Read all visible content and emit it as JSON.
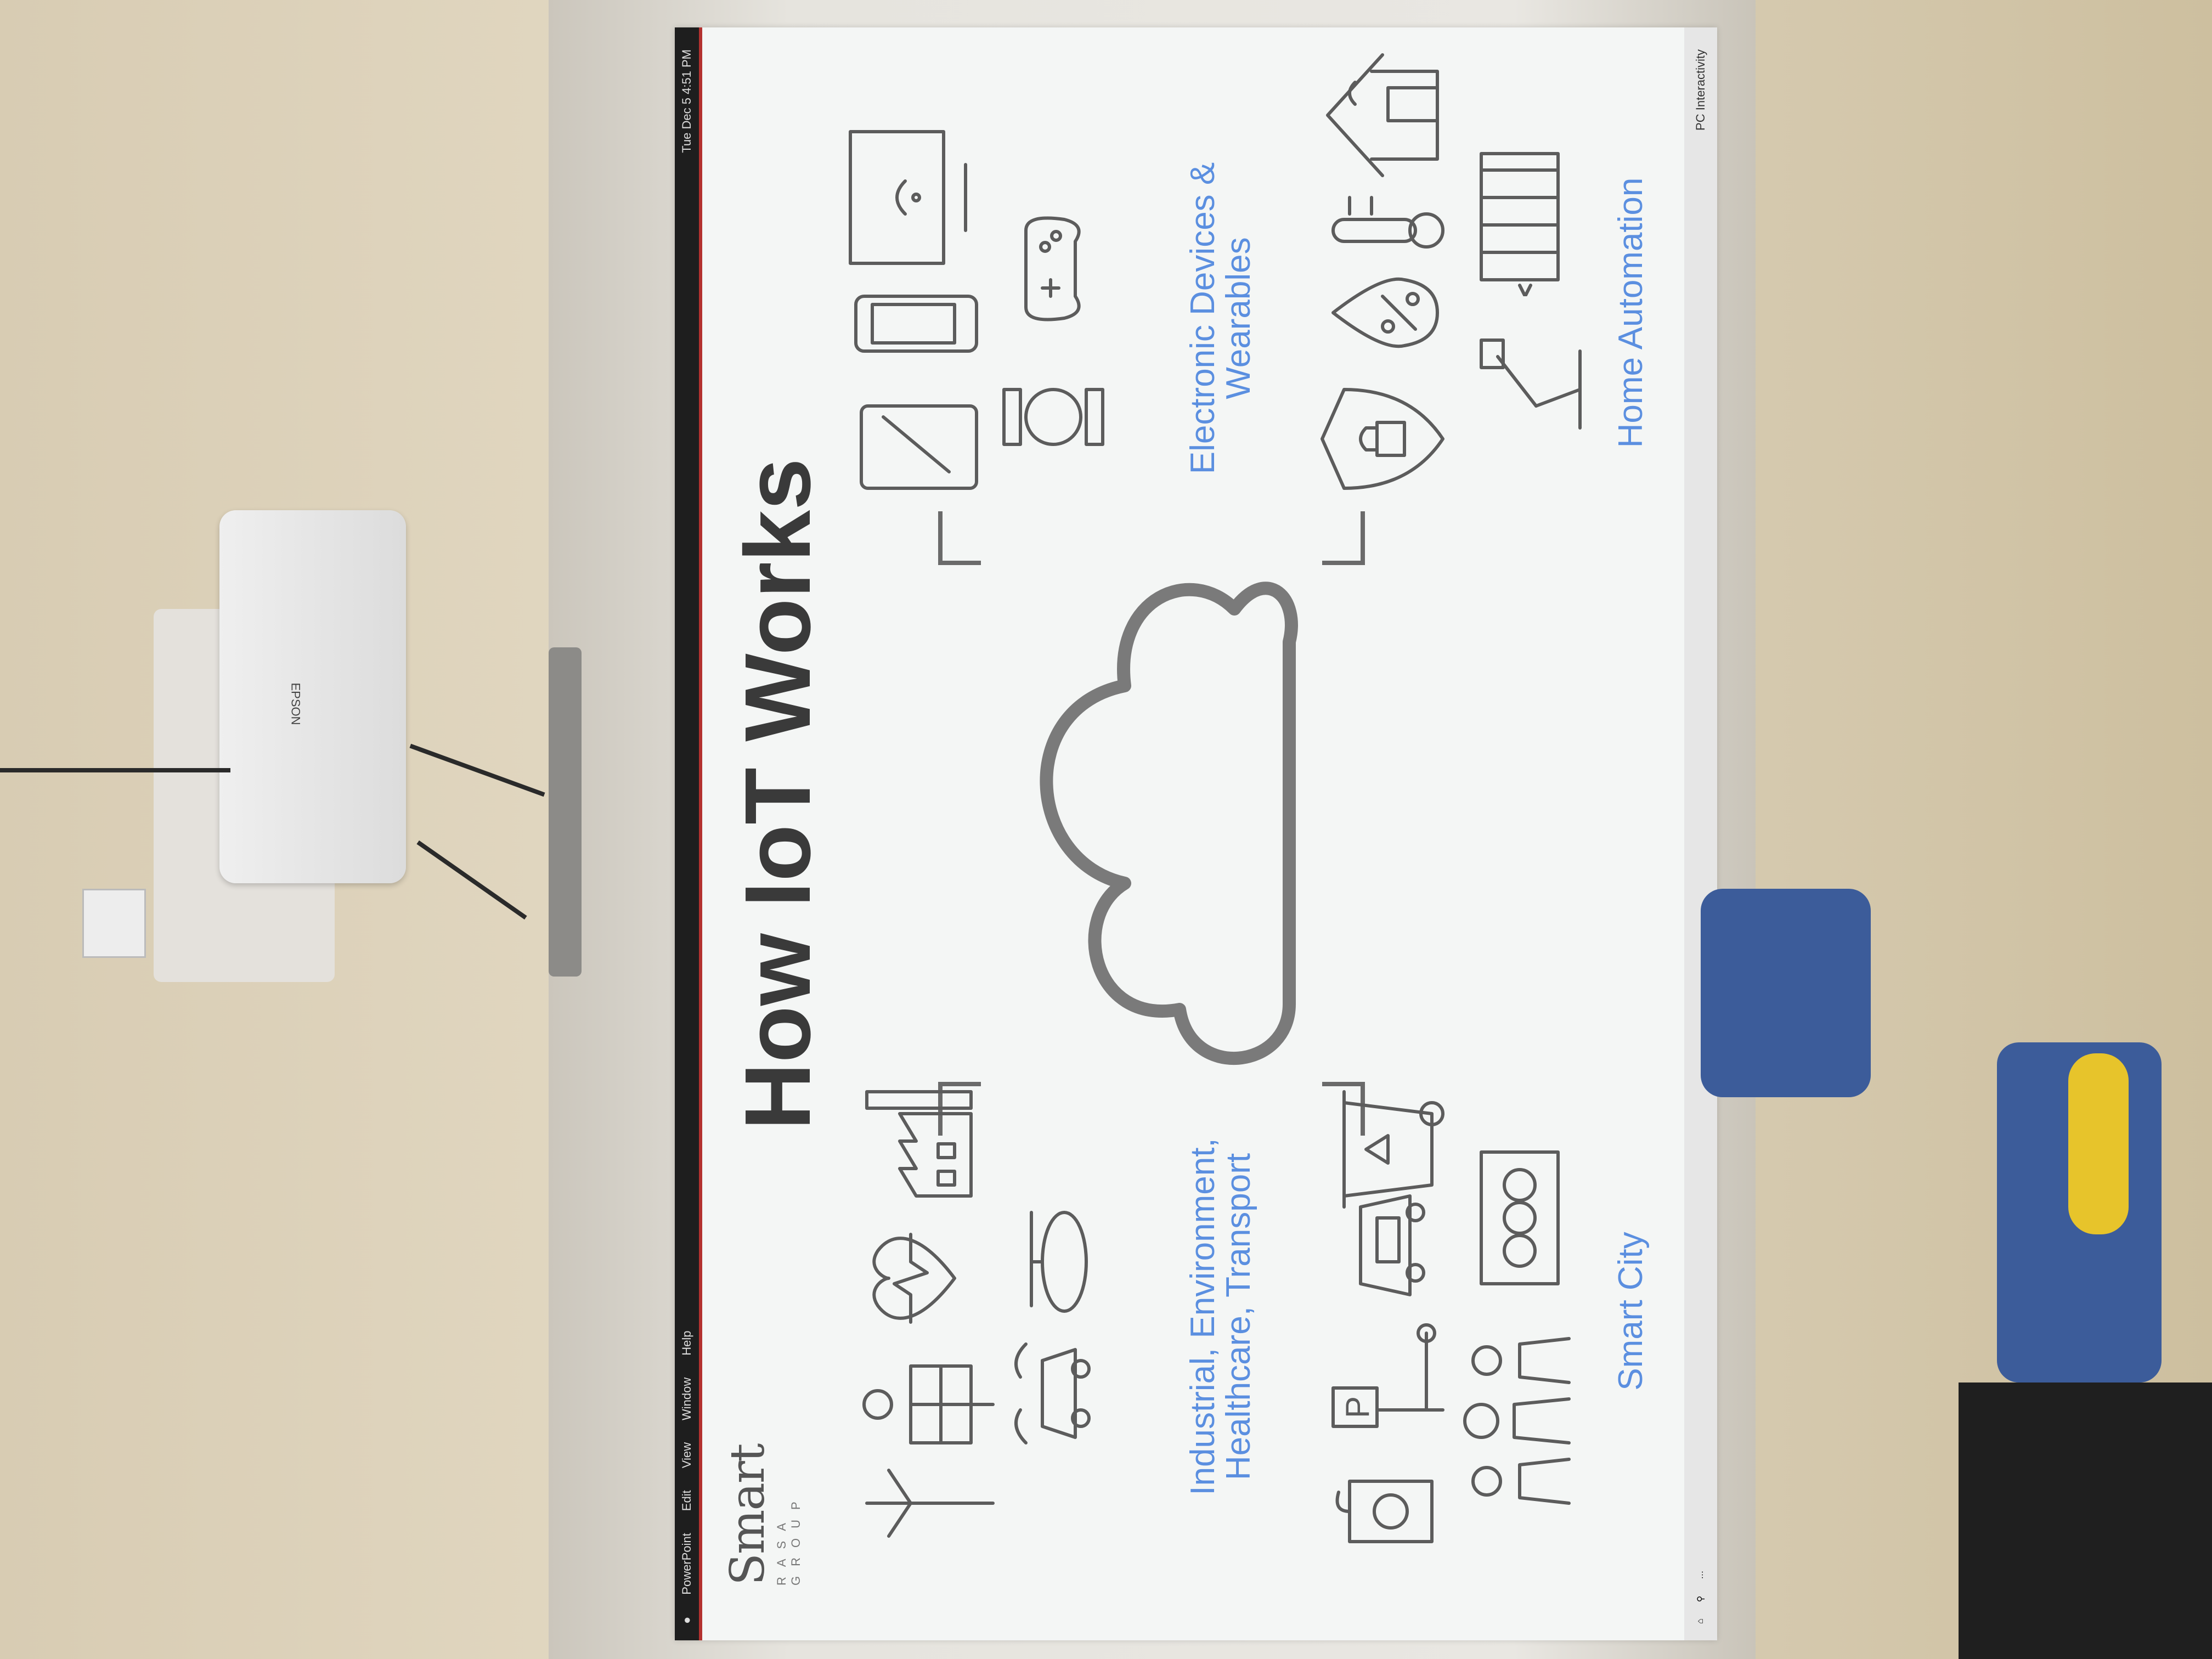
{
  "menubar": {
    "app": "PowerPoint",
    "items": [
      "Edit",
      "View",
      "Window",
      "Help"
    ],
    "clock": "Tue Dec 5  4:51 PM"
  },
  "logo": {
    "word": "Smart",
    "sub": "RASA GROUP"
  },
  "slide": {
    "title": "How IoT Works",
    "categories": {
      "industrial": "Industrial, Environment, Healthcare, Transport",
      "electronic": "Electronic Devices & Wearables",
      "smart_city": "Smart City",
      "home_automation": "Home Automation"
    }
  },
  "taskbar": {
    "pc_interactivity": "PC Interactivity"
  },
  "projector": {
    "brand": "EPSON"
  },
  "colors": {
    "accent_text": "#5b8fe0",
    "icon_stroke": "#5c5c5c",
    "title": "#3a3a3a"
  },
  "icons": [
    "wind-turbine-icon",
    "solar-panel-icon",
    "heartbeat-icon",
    "factory-icon",
    "connected-car-icon",
    "helicopter-icon",
    "parking-icon",
    "recycle-bin-icon",
    "ev-charger-icon",
    "smart-car-icon",
    "people-icon",
    "traffic-light-icon",
    "cloud-icon",
    "tablet-icon",
    "smartphone-icon",
    "smart-tv-icon",
    "smartwatch-icon",
    "gamepad-icon",
    "security-shield-icon",
    "humidity-icon",
    "thermometer-icon",
    "smart-home-icon",
    "robot-arm-icon",
    "radiator-icon"
  ]
}
